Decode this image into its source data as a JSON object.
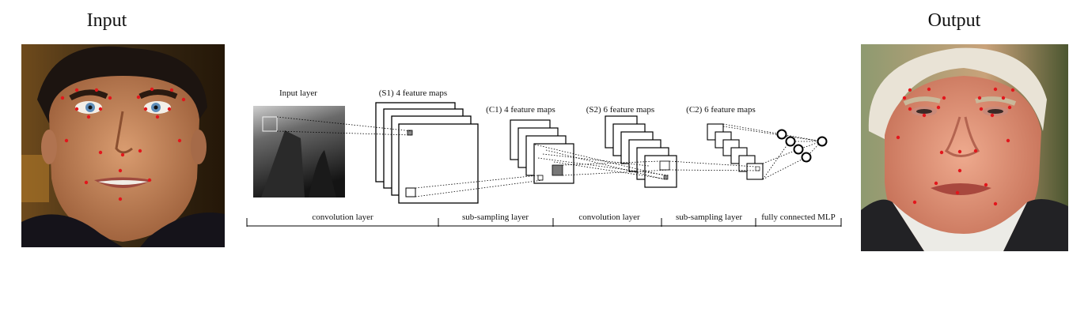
{
  "headings": {
    "input": "Input",
    "output": "Output"
  },
  "cnn": {
    "labels": {
      "input_layer": "Input layer",
      "s1": "(S1) 4 feature maps",
      "c1": "(C1) 4 feature maps",
      "s2": "(S2) 6 feature maps",
      "c2": "(C2) 6 feature maps"
    },
    "sections": [
      "convolution layer",
      "sub-sampling layer",
      "convolution layer",
      "sub-sampling layer",
      "fully connected MLP"
    ]
  },
  "colors": {
    "landmark": "#e3161c",
    "skin_input": "#c98a5f",
    "skin_output": "#e4987d"
  }
}
